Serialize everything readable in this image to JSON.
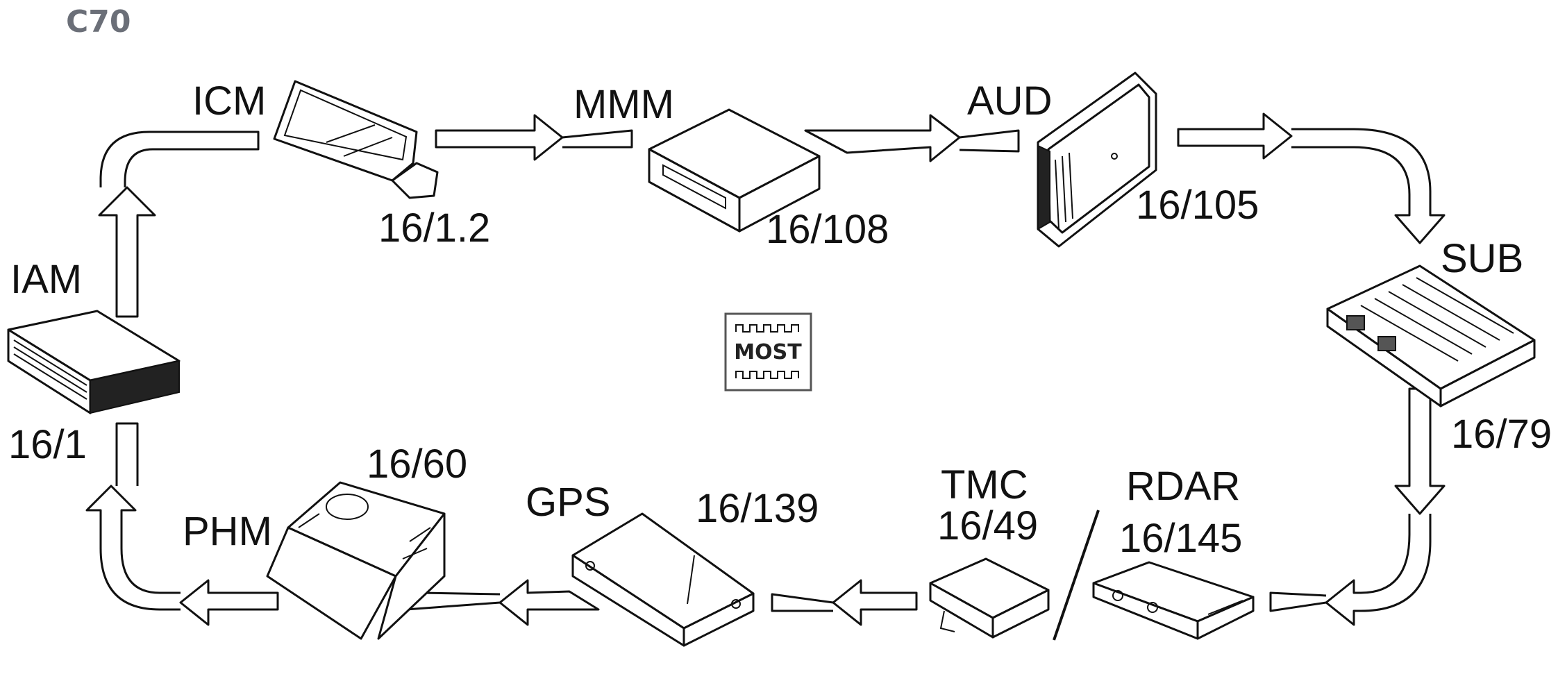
{
  "title": "C70",
  "modules": {
    "icm": {
      "name": "ICM",
      "code": "16/1.2"
    },
    "mmm": {
      "name": "MMM",
      "code": "16/108"
    },
    "aud": {
      "name": "AUD",
      "code": "16/105"
    },
    "sub": {
      "name": "SUB",
      "code": "16/79"
    },
    "rdar": {
      "name": "RDAR",
      "code": "16/145"
    },
    "tmc": {
      "name": "TMC",
      "code": "16/49"
    },
    "gps": {
      "name": "GPS",
      "code": "16/139"
    },
    "phm": {
      "name": "PHM",
      "code": "16/60"
    },
    "iam": {
      "name": "IAM",
      "code": "16/1"
    }
  },
  "bus_symbol": {
    "label": "MOST"
  }
}
